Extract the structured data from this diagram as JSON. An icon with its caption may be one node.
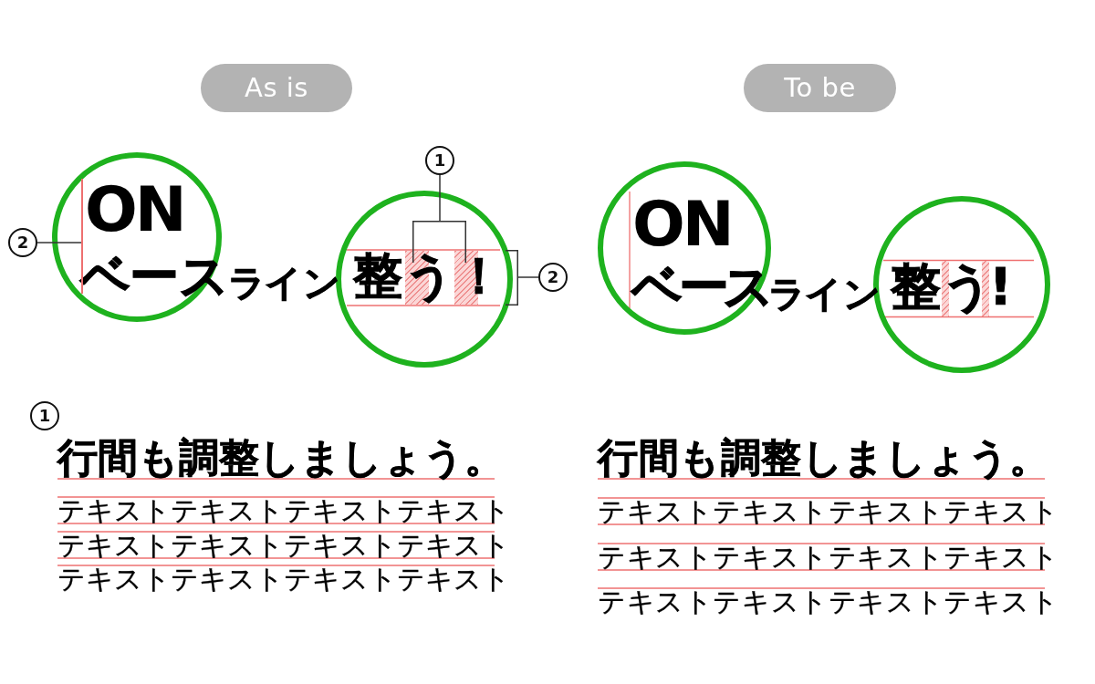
{
  "diagram": {
    "nodes": [
      {
        "text": [
          "As is"
        ]
      },
      {
        "text": [
          "To be"
        ]
      },
      {
        "text": [
          "1"
        ]
      },
      {
        "text": [
          "2"
        ]
      },
      {
        "text": [
          "2"
        ]
      },
      {
        "text": [
          "1"
        ]
      },
      {
        "text": [],
        "shape": "line"
      },
      {
        "text": [],
        "shape": "bracket"
      },
      {
        "text": [],
        "shape": "bracket"
      }
    ],
    "edges": [
      {
        "from": 2,
        "to": 7,
        "arrow": "none"
      },
      {
        "from": 3,
        "to": 6,
        "arrow": "none"
      },
      {
        "from": 4,
        "to": 8,
        "arrow": "none"
      }
    ],
    "labels": [
      "ON",
      "ベースライン整う！",
      "行間も調整しましょう。",
      "テキストテキストテキストテキスト",
      "テキストテキストテキストテキスト",
      "テキストテキストテキストテキスト",
      "ON",
      "ベースライン整う!",
      "行間も調整しましょう。",
      "テキストテキストテキストテキスト",
      "テキストテキストテキストテキスト",
      "テキストテキストテキストテキスト"
    ]
  }
}
